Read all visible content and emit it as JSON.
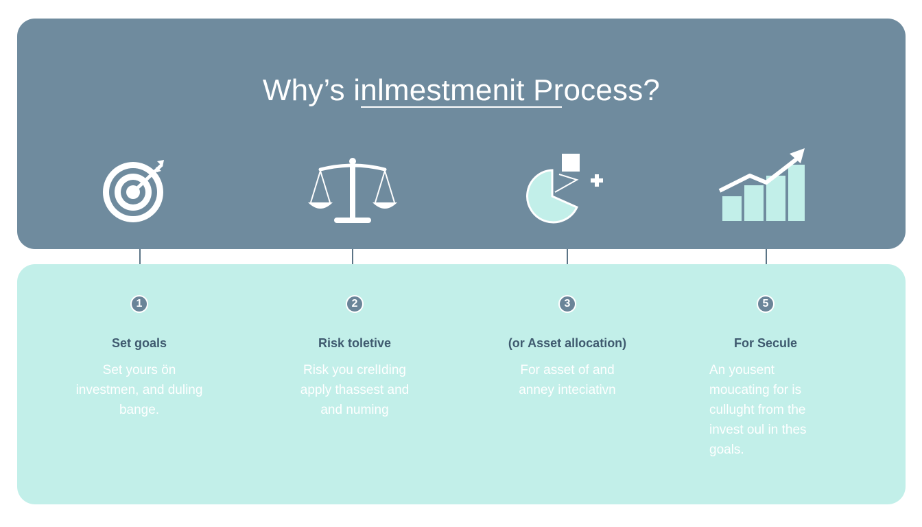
{
  "header": {
    "title": "Why’s inlmestmenit Process?"
  },
  "colors": {
    "header_bg": "#6f8b9e",
    "body_bg": "#c2efe9",
    "icon_light": "#c2efe9",
    "badge_bg": "#6a8498",
    "step_title": "#3f5a6f"
  },
  "steps": [
    {
      "icon": "target-icon",
      "number": "1",
      "title": "Set goals",
      "description": "Set yours ön\ninvestmen, and duling\nbange."
    },
    {
      "icon": "balance-scale-icon",
      "number": "2",
      "title": "Risk toletive",
      "description": "Risk you crelIding\napply thassest and\nand numing"
    },
    {
      "icon": "pie-chart-icon",
      "number": "3",
      "title": "(or Asset allocation)",
      "description": "For asset of and\nanney inteciativn"
    },
    {
      "icon": "growth-chart-icon",
      "number": "5",
      "title": "For Secule",
      "description": "An yousent\n  moucating for is\ncullught from the\ninvest oul in thes\ngoals."
    }
  ]
}
